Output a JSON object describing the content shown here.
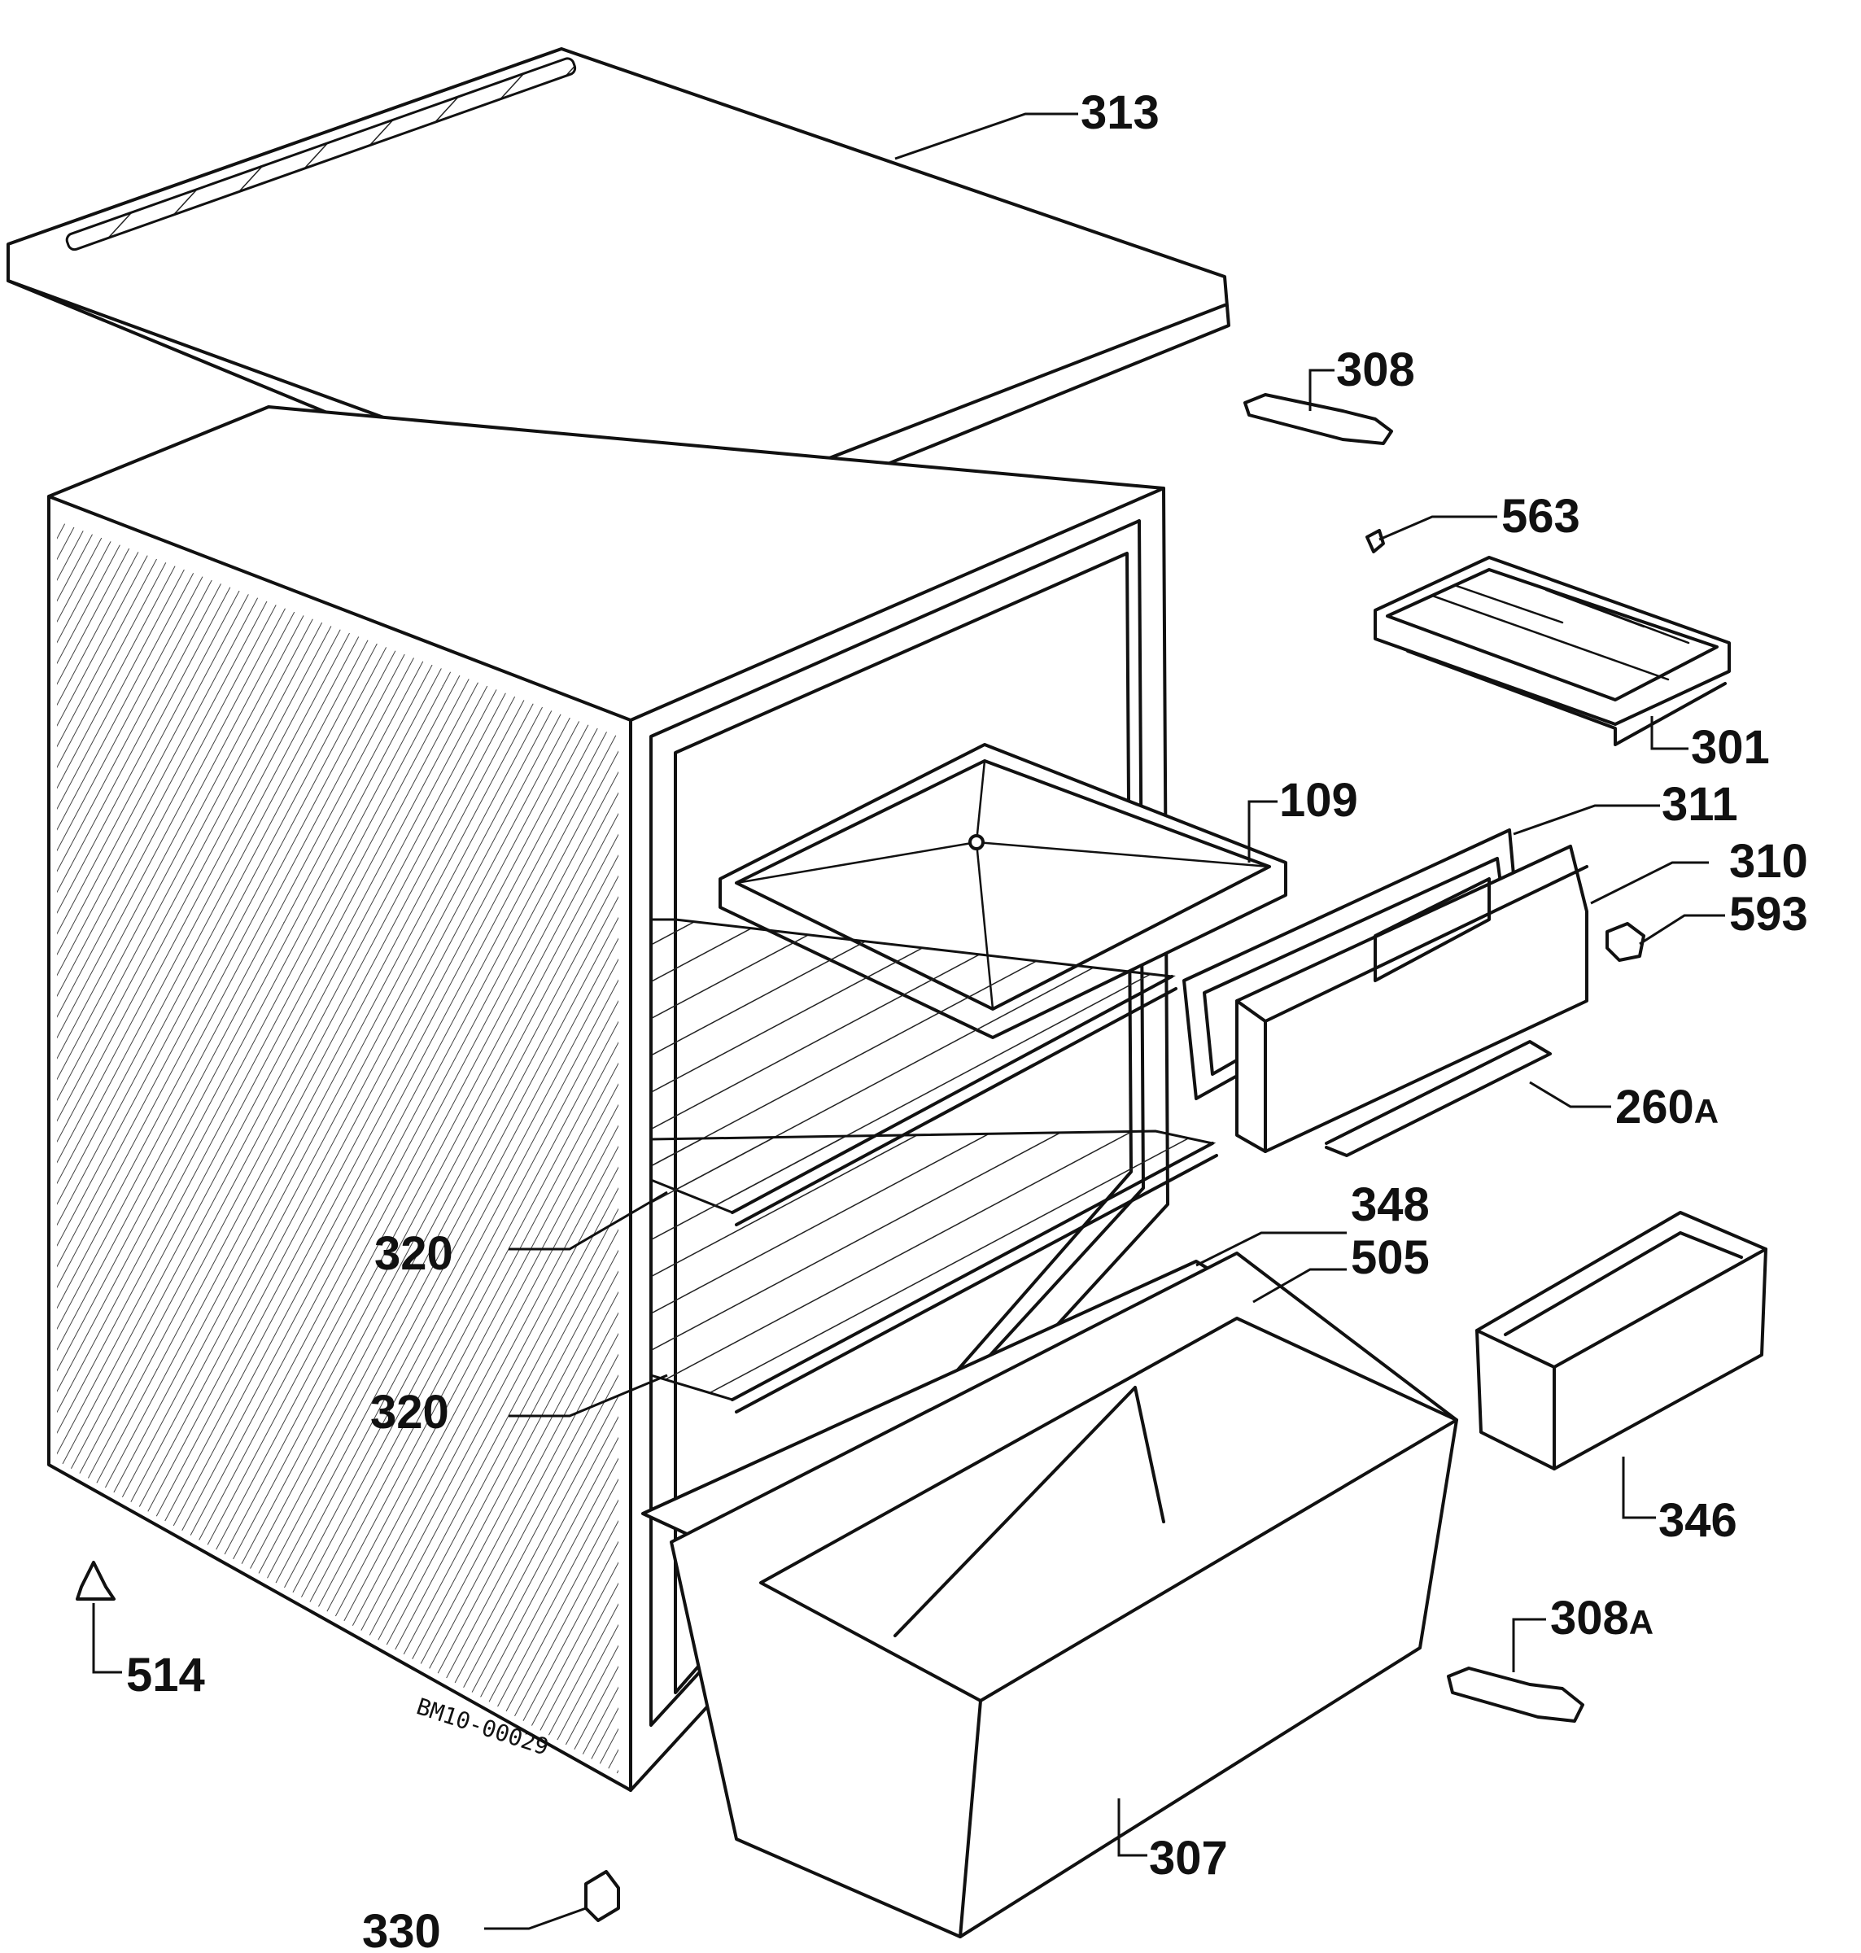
{
  "diagram": {
    "drawing_code": "BM10-00029",
    "callouts": [
      {
        "id": "313",
        "text": "313"
      },
      {
        "id": "308",
        "text": "308"
      },
      {
        "id": "563",
        "text": "563"
      },
      {
        "id": "301",
        "text": "301"
      },
      {
        "id": "109",
        "text": "109"
      },
      {
        "id": "311",
        "text": "311"
      },
      {
        "id": "310",
        "text": "310"
      },
      {
        "id": "593",
        "text": "593"
      },
      {
        "id": "260A",
        "text": "260",
        "suffix": "A"
      },
      {
        "id": "348",
        "text": "348"
      },
      {
        "id": "505",
        "text": "505"
      },
      {
        "id": "320a",
        "text": "320"
      },
      {
        "id": "320b",
        "text": "320"
      },
      {
        "id": "346",
        "text": "346"
      },
      {
        "id": "308A",
        "text": "308",
        "suffix": "A"
      },
      {
        "id": "514",
        "text": "514"
      },
      {
        "id": "307",
        "text": "307"
      },
      {
        "id": "330",
        "text": "330"
      }
    ]
  }
}
